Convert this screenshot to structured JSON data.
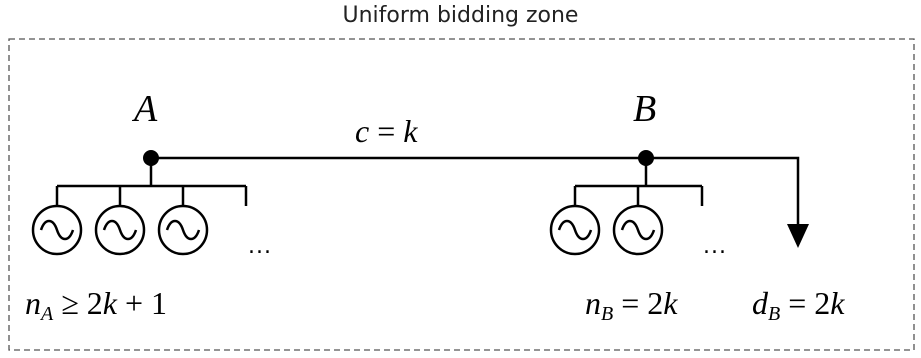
{
  "zone": {
    "title": "Uniform bidding zone"
  },
  "nodes": {
    "A": {
      "label": "A",
      "generator_count_shown": 3
    },
    "B": {
      "label": "B",
      "generator_count_shown": 2
    }
  },
  "line": {
    "var": "c",
    "rel": " = ",
    "val": "k"
  },
  "gen_A": {
    "var": "n",
    "sub": "A",
    "rel": " ≥ 2",
    "var2": "k",
    "tail": " + 1"
  },
  "gen_B": {
    "var": "n",
    "sub": "B",
    "rel": " = 2",
    "var2": "k"
  },
  "demand_B": {
    "var": "d",
    "sub": "B",
    "rel": " = 2",
    "var2": "k"
  },
  "ellipsis": "...",
  "colors": {
    "line": "#000000",
    "border": "#555555"
  }
}
